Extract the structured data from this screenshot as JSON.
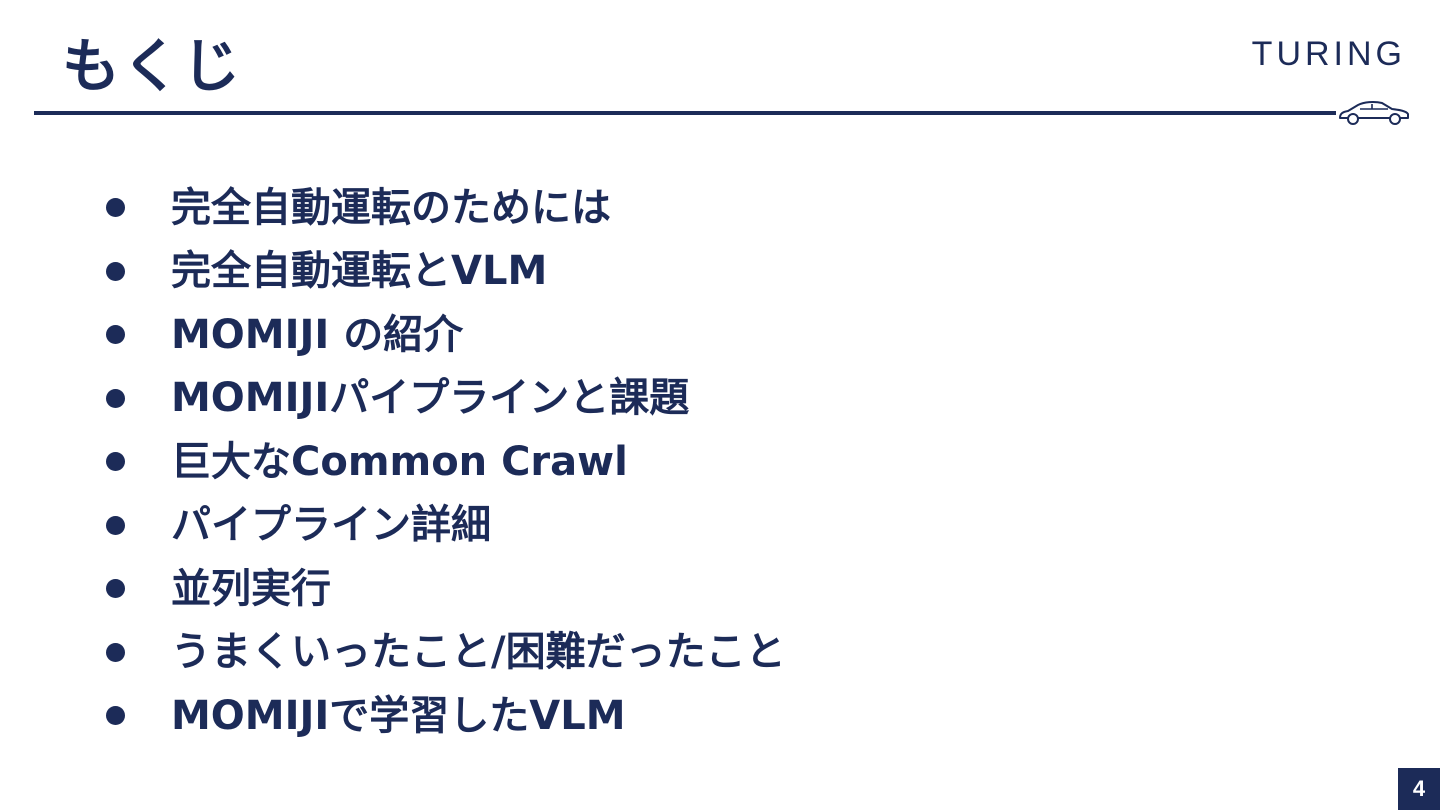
{
  "header": {
    "title": "もくじ",
    "logo_text": "TURING",
    "car_icon": "car-icon"
  },
  "toc": {
    "items": [
      "完全自動運転のためには",
      "完全自動運転とVLM",
      "MOMIJI の紹介",
      "MOMIJIパイプラインと課題",
      "巨大なCommon Crawl",
      "パイプライン詳細",
      "並列実行",
      "うまくいったこと/困難だったこと",
      "MOMIJIで学習したVLM"
    ]
  },
  "footer": {
    "page_number": "4"
  },
  "colors": {
    "primary": "#1c2b58",
    "background": "#ffffff"
  }
}
